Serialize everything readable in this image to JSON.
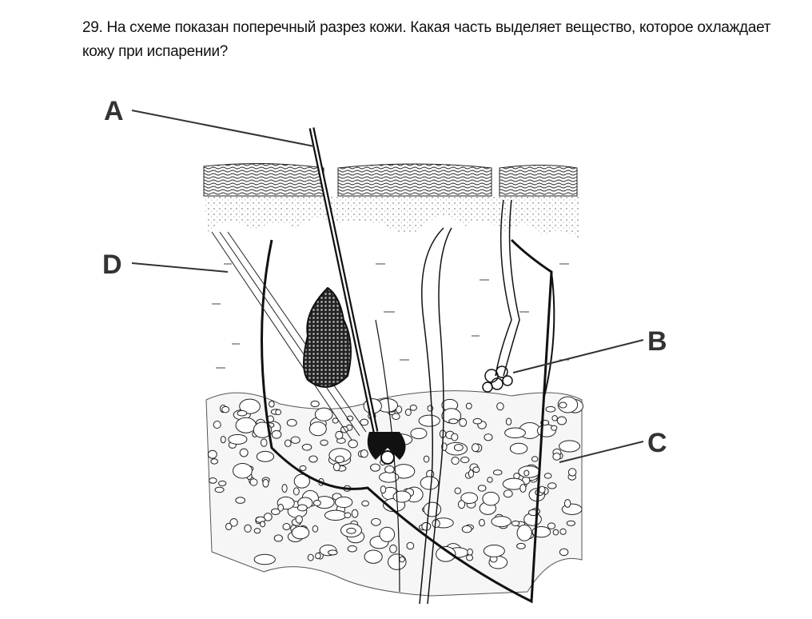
{
  "question": {
    "number": "29.",
    "text": "На схеме показан поперечный разрез кожи. Какая часть выделяет вещество, которое охлаждает кожу при испарении?"
  },
  "diagram": {
    "labels": [
      "A",
      "B",
      "C",
      "D"
    ]
  }
}
